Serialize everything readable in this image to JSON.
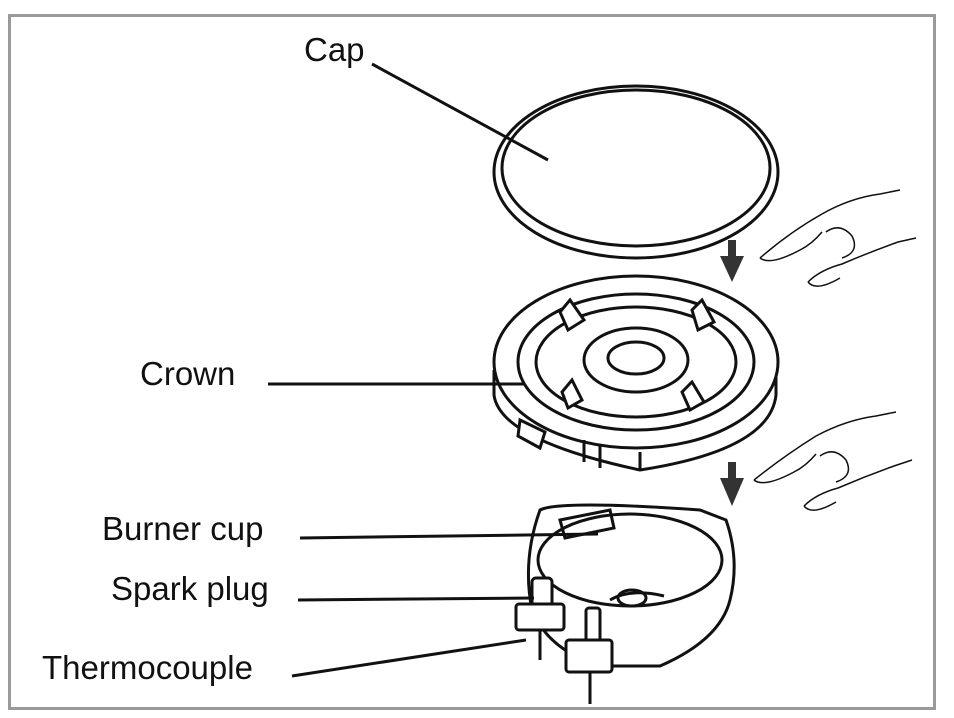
{
  "labels": {
    "cap": "Cap",
    "crown": "Crown",
    "burner_cup": "Burner cup",
    "spark_plug": "Spark plug",
    "thermocouple": "Thermocouple"
  },
  "colors": {
    "line": "#111111",
    "frame": "#9a9a9a",
    "arrow": "#333333"
  }
}
